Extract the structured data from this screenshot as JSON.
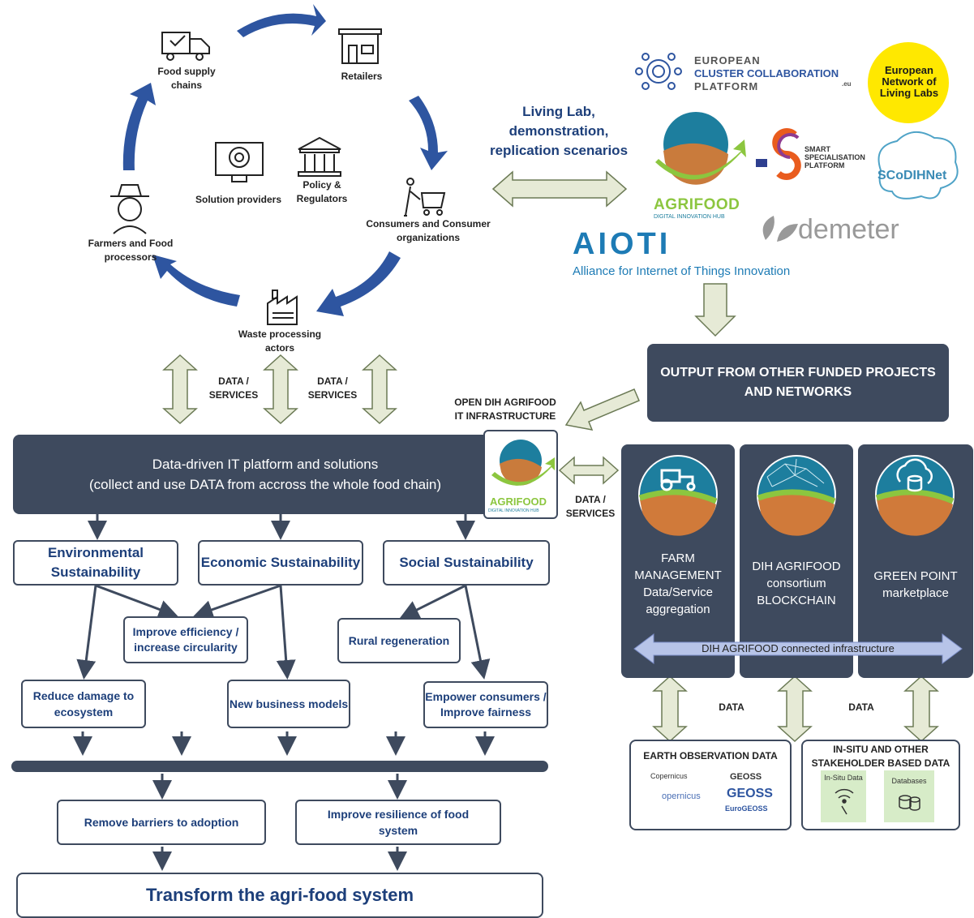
{
  "food_chain": {
    "food_supply_chains": "Food supply chains",
    "retailers": "Retailers",
    "consumers": "Consumers and Consumer organizations",
    "waste": "Waste processing actors",
    "farmers": "Farmers and Food processors",
    "solution_providers": "Solution providers",
    "policy": "Policy & Regulators"
  },
  "living_lab": "Living Lab, demonstration, replication scenarios",
  "logos": {
    "eccp_line1": "EUROPEAN",
    "eccp_line2": "CLUSTER COLLABORATION",
    "eccp_line3": "PLATFORM",
    "eccp_eu": ".eu",
    "enoll": "European Network of Living Labs",
    "agrifood_name": "AGRIFOOD",
    "agrifood_sub": "DIGITAL INNOVATION HUB",
    "s3_line1": "SMART",
    "s3_line2": "SPECIALISATION",
    "s3_line3": "PLATFORM",
    "scodihnet": "SCoDIHNet",
    "demeter": "demeter",
    "aioti": "AIOTI",
    "aioti_sub": "Alliance for Internet of Things Innovation"
  },
  "output_box": "OUTPUT FROM OTHER FUNDED PROJECTS AND NETWORKS",
  "open_dih": "OPEN DIH AGRIFOOD IT INFRASTRUCTURE",
  "data_services": "DATA / SERVICES",
  "platform": {
    "line1": "Data-driven IT platform and solutions",
    "line2": "(collect and use DATA from accross the whole food chain)"
  },
  "sustainability": {
    "environmental": "Environmental Sustainability",
    "economic": "Economic Sustainability",
    "social": "Social Sustainability"
  },
  "outcomes": {
    "improve_efficiency": "Improve efficiency / increase circularity",
    "rural": "Rural regeneration",
    "reduce_damage": "Reduce damage to ecosystem",
    "new_business": "New business models",
    "empower": "Empower consumers / Improve fairness",
    "remove_barriers": "Remove barriers to adoption",
    "resilience": "Improve resilience of food system",
    "transform": "Transform the agri-food system"
  },
  "services": {
    "farm": "FARM MANAGEMENT Data/Service aggregation",
    "blockchain": "DIH AGRIFOOD consortium BLOCKCHAIN",
    "green_point": "GREEN POINT marketplace",
    "connected": "DIH AGRIFOOD connected infrastructure"
  },
  "data_label": "DATA",
  "earth_obs": {
    "title": "EARTH OBSERVATION DATA",
    "copernicus": "Copernicus",
    "copernicus_logo": "opernicus",
    "geoss": "GEOSS",
    "geoss_logo": "GEOSS",
    "eurogeoss": "EuroGEOSS"
  },
  "insitu": {
    "title": "IN-SITU AND OTHER STAKEHOLDER BASED DATA",
    "insitu_data": "In-Situ Data",
    "databases": "Databases"
  },
  "colors": {
    "arrow_blue": "#2e55a0",
    "dark_box": "#3e4a5e",
    "text_blue": "#1d3f7a",
    "light_arrow": "#e6ead6",
    "connected_bar": "#b7c4e8",
    "green_box": "#d7ecc8"
  }
}
